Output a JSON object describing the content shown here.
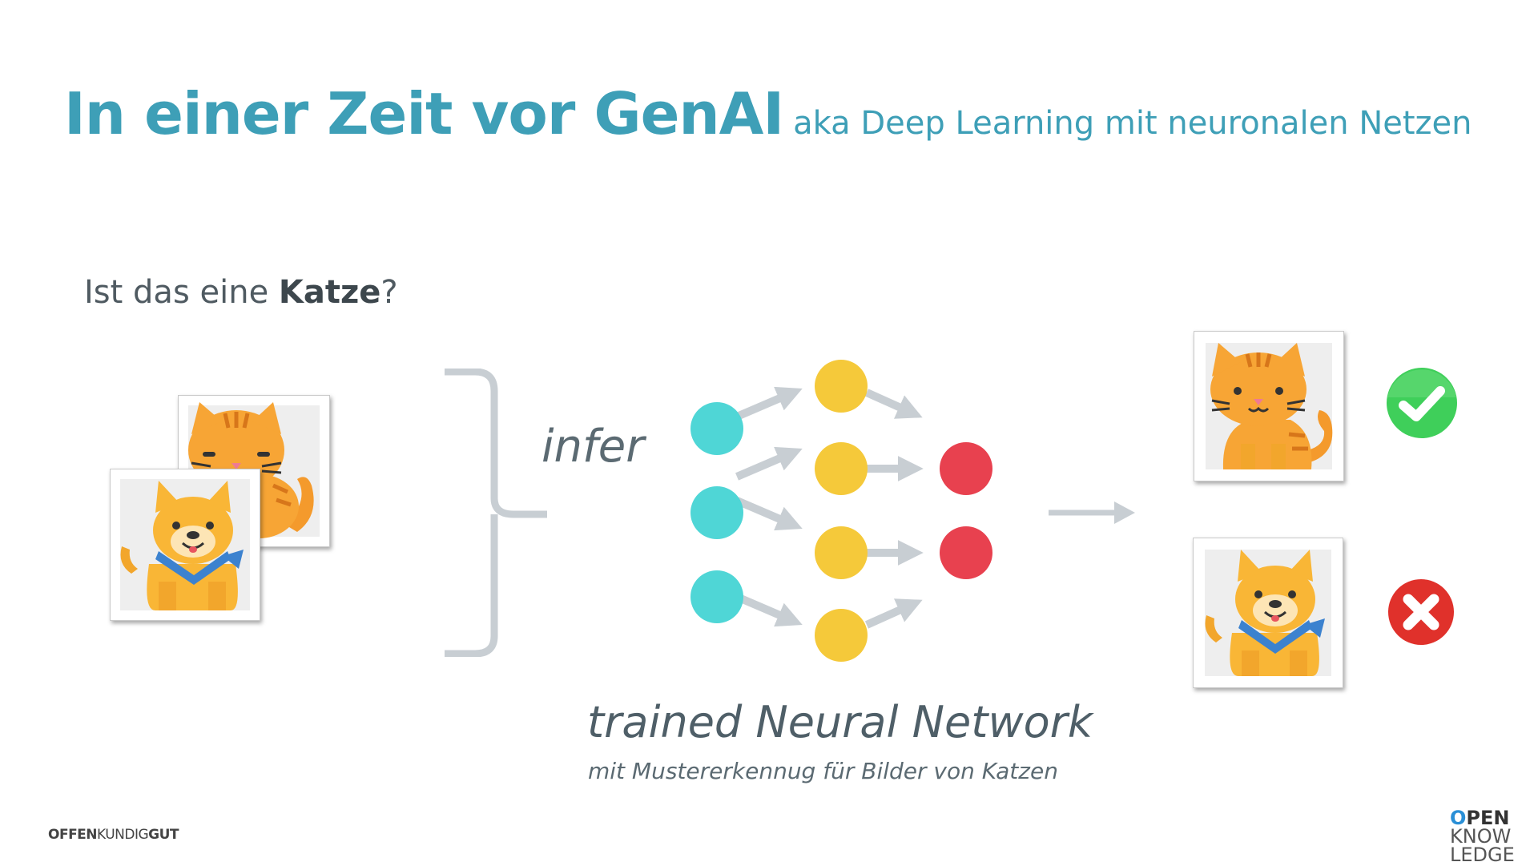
{
  "slide": {
    "title": "In einer Zeit vor GenAI",
    "subtitle": "aka Deep Learning mit neuronalen Netzen",
    "question_prefix": "Ist das eine ",
    "question_bold": "Katze",
    "question_suffix": "?",
    "infer_label": "infer",
    "network_title": "trained Neural Network",
    "network_subtitle": "mit Mustererkennug für Bilder von Katzen"
  },
  "footer": {
    "brand_part1": "OFFEN",
    "brand_part2": "KUNDIG",
    "brand_part3": "GUT"
  },
  "logo": {
    "line1_mark": "O",
    "line1_rest": "PEN",
    "line2": "KNOW",
    "line3": "LEDGE"
  },
  "colors": {
    "title": "#3e9fb7",
    "input_node": "#4fd6d6",
    "hidden_node": "#f5c93a",
    "output_node": "#e8414f",
    "arrow": "#c8ced3",
    "check": "#3fcf5a",
    "cross": "#e0312b"
  },
  "icons": {
    "correct": "check-icon",
    "wrong": "cross-icon"
  }
}
